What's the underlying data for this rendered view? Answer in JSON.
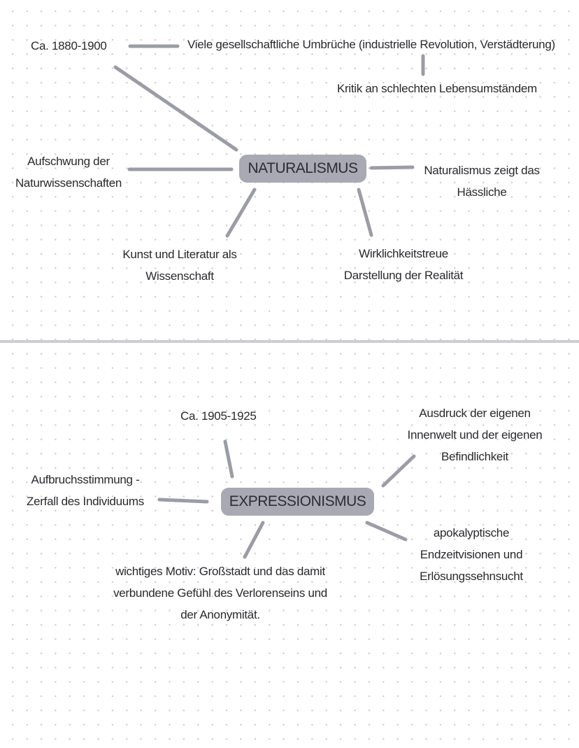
{
  "naturalismus": {
    "title": "NATURALISMUS",
    "time": "Ca. 1880-1900",
    "umbrueche": "Viele gesellschaftliche Umbrüche (industrielle Revolution, Verstädterung)",
    "kritik": "Kritik an schlechten Lebensumständem",
    "aufschwung": [
      "Aufschwung der",
      "Naturwissenschaften"
    ],
    "haessliche": [
      "Naturalismus zeigt das",
      "Hässliche"
    ],
    "kunst": [
      "Kunst und Literatur als",
      "Wissenschaft"
    ],
    "wirklichkeit": [
      "Wirklichkeitstreue",
      "Darstellung der Realität"
    ]
  },
  "expressionismus": {
    "title": "EXPRESSIONISMUS",
    "time": "Ca. 1905-1925",
    "ausdruck": [
      "Ausdruck der eigenen",
      "Innenwelt und der eigenen",
      "Befindlichkeit"
    ],
    "aufbruch": [
      "Aufbruchsstimmung -",
      "Zerfall des Individuums"
    ],
    "apokalyptisch": [
      "apokalyptische",
      "Endzeitvisionen und",
      "Erlösungssehnsucht"
    ],
    "motiv": [
      "wichtiges Motiv: Großstadt und das damit",
      "verbundene Gefühl des Verlorenseins und",
      "der Anonymität."
    ]
  },
  "colors": {
    "node_fill": "#a9a9b3",
    "connector": "#9c9ca6",
    "divider": "#cdcdd2",
    "text": "#2a2a2e"
  }
}
